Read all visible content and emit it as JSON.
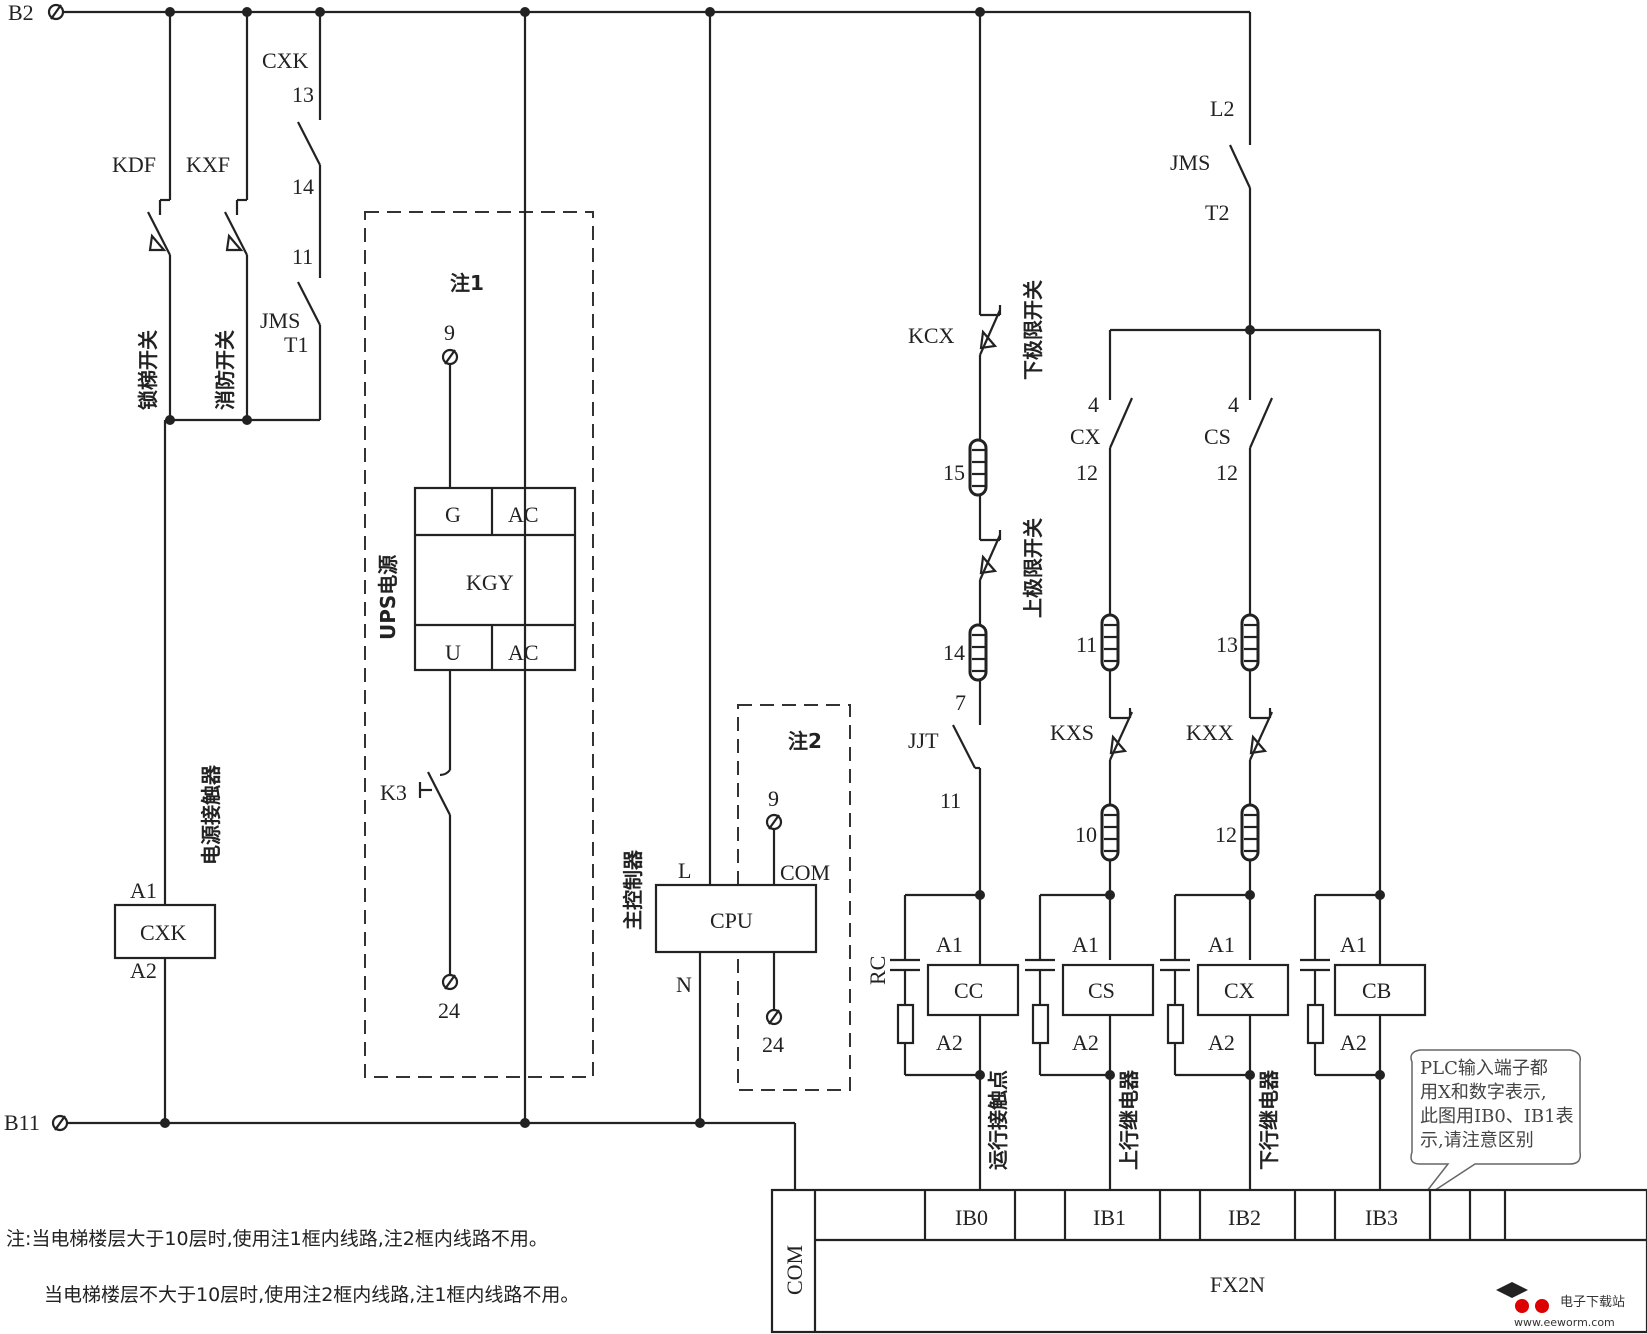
{
  "terminals": {
    "b2": "B2",
    "b11": "B11"
  },
  "left": {
    "kdf": "KDF",
    "kxf": "KXF",
    "cxk_top": "CXK",
    "n13": "13",
    "n14": "14",
    "n11": "11",
    "jms": "JMS",
    "t1": "T1",
    "lock_switch": "锁梯开关",
    "fire_switch": "消防开关",
    "power_contactor": "电源接触器",
    "a1": "A1",
    "a2": "A2",
    "cxk_coil": "CXK"
  },
  "note1": {
    "title": "注1",
    "t9": "9",
    "t24": "24",
    "g": "G",
    "ac1": "AC",
    "kgy": "KGY",
    "u": "U",
    "ac2": "AC",
    "ups": "UPS电源",
    "k3": "K3"
  },
  "note2": {
    "title": "注2",
    "t9": "9",
    "com": "COM",
    "t24": "24",
    "l": "L",
    "n": "N",
    "cpu": "CPU",
    "main_ctrl": "主控制器"
  },
  "right": {
    "l2": "L2",
    "jms": "JMS",
    "t2": "T2",
    "kcx": "KCX",
    "lower_limit": "下极限开关",
    "n15": "15",
    "upper_limit": "上极限开关",
    "n14": "14",
    "n7": "7",
    "jjt": "JJT",
    "n11": "11",
    "cx_4": "4",
    "cx": "CX",
    "cx_12": "12",
    "cs_4": "4",
    "cs": "CS",
    "cs_12": "12",
    "n11b": "11",
    "n13": "13",
    "kxs": "KXS",
    "kxx": "KXX",
    "n10": "10",
    "n12": "12",
    "rc": "RC",
    "a1": "A1",
    "a2": "A2",
    "coils": [
      "CC",
      "CS",
      "CX",
      "CB"
    ],
    "run_contact": "运行接触点",
    "up_relay": "上行继电器",
    "down_relay": "下行继电器"
  },
  "plc": {
    "com": "COM",
    "ib0": "IB0",
    "ib1": "IB1",
    "ib2": "IB2",
    "ib3": "IB3",
    "model": "FX2N",
    "callout": [
      "PLC输入端子都",
      "用X和数字表示,",
      "此图用IB0、IB1表",
      "示,请注意区别"
    ]
  },
  "footnote": {
    "line1": "注:当电梯楼层大于10层时,使用注1框内线路,注2框内线路不用。",
    "line2": "当电梯楼层不大于10层时,使用注2框内线路,注1框内线路不用。"
  },
  "watermark": {
    "site": "电子下载站",
    "url": "www.eeworm.com"
  }
}
